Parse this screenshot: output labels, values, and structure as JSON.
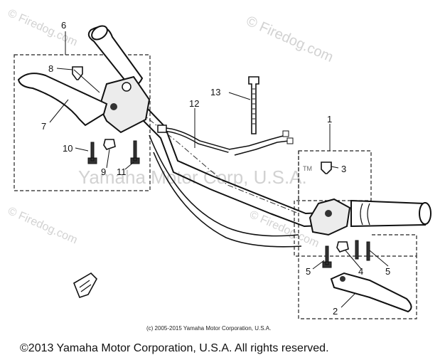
{
  "watermarks": {
    "firedog_top_right": "© Firedog.com",
    "firedog_top_left": "© Firedog.com",
    "firedog_left_mid": "© Firedog.com",
    "firedog_center": "© Firedog.com",
    "yamaha": "Yamaha Motor Corp, U.S.A."
  },
  "callouts": [
    {
      "id": "6",
      "label": "6"
    },
    {
      "id": "8",
      "label": "8"
    },
    {
      "id": "7",
      "label": "7"
    },
    {
      "id": "10",
      "label": "10"
    },
    {
      "id": "9",
      "label": "9"
    },
    {
      "id": "11",
      "label": "11"
    },
    {
      "id": "12",
      "label": "12"
    },
    {
      "id": "13",
      "label": "13"
    },
    {
      "id": "1",
      "label": "1"
    },
    {
      "id": "3",
      "label": "3"
    },
    {
      "id": "5a",
      "label": "5"
    },
    {
      "id": "4",
      "label": "4"
    },
    {
      "id": "5b",
      "label": "5"
    },
    {
      "id": "2",
      "label": "2"
    }
  ],
  "tm_mark": "TM",
  "footer": {
    "small": "(c) 2005-2015 Yamaha Motor Corporation, U.S.A.",
    "large": "©2013 Yamaha Motor Corporation, U.S.A. All rights reserved."
  }
}
